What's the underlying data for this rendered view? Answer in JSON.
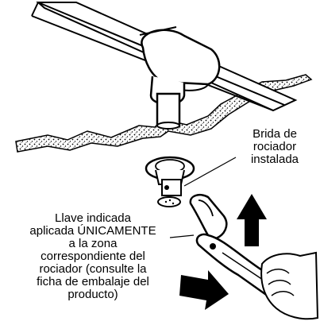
{
  "labels": {
    "flange_lines": [
      "Brida de",
      "rociador",
      "instalada"
    ],
    "wrench_lines": [
      "Llave indicada",
      "aplicada ÚNICAMENTE",
      "a la zona",
      "correspondiente del",
      "rociador (consulte la",
      "ficha de embalaje del",
      "producto)"
    ]
  },
  "colors": {
    "ink": "#000000",
    "paper": "#ffffff",
    "fill": "#ffffff"
  },
  "icons": {
    "arrows": [
      "arrow-up-icon",
      "arrow-right-icon"
    ]
  }
}
